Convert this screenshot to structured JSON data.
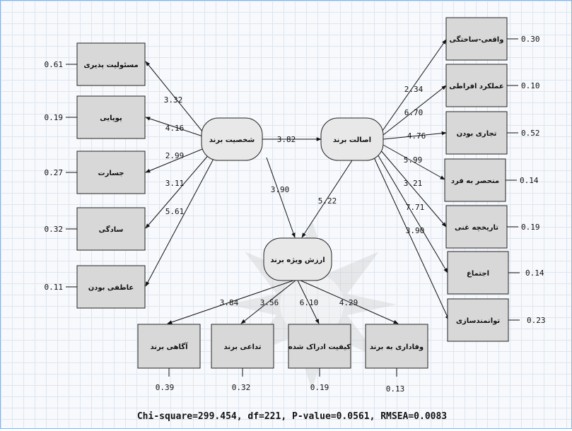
{
  "diagram": {
    "colors": {
      "box_fill": "#d8d8d8",
      "box_stroke": "#222222",
      "line": "#111111",
      "watermark": "#c8c8c8"
    },
    "latents": {
      "personality": "شخصیت برند",
      "authenticity": "اصالت برند",
      "equity": "ارزش ویژه برند"
    },
    "left_items": [
      {
        "label": "مسئولیت پذیری",
        "error": "0.61",
        "coef": "3.32"
      },
      {
        "label": "پویایی",
        "error": "0.19",
        "coef": "4.16"
      },
      {
        "label": "جسارت",
        "error": "0.27",
        "coef": "2.99"
      },
      {
        "label": "سادگی",
        "error": "0.32",
        "coef": "3.11"
      },
      {
        "label": "عاطفی بودن",
        "error": "0.11",
        "coef": "5.61"
      }
    ],
    "right_items": [
      {
        "label": "واقعی-ساختگی",
        "error": "0.30",
        "coef": "2.34"
      },
      {
        "label": "عملکرد افراطی",
        "error": "0.10",
        "coef": "6.70"
      },
      {
        "label": "تجاری بودن",
        "error": "0.52",
        "coef": "4.76"
      },
      {
        "label": "منحصر به فرد",
        "error": "0.14",
        "coef": "5.99"
      },
      {
        "label": "تاریخچه غنی",
        "error": "0.19",
        "coef": "3.21"
      },
      {
        "label": "اجتماع",
        "error": "0.14",
        "coef": "7.71"
      },
      {
        "label": "توانمندسازی",
        "error": "0.23",
        "coef": "3.90"
      }
    ],
    "bottom_items": [
      {
        "label": "آگاهی برند",
        "error": "0.39",
        "coef": "3.84"
      },
      {
        "label": "تداعی برند",
        "error": "0.32",
        "coef": "3.56"
      },
      {
        "label": "کیفیت ادراک شده",
        "error": "0.19",
        "coef": "6.10"
      },
      {
        "label": "وفاداری به برند",
        "error": "0.13",
        "coef": "4.29"
      }
    ],
    "paths": {
      "personality_to_authenticity": "3.82",
      "personality_to_equity": "3.90",
      "authenticity_to_equity": "5.22"
    },
    "fit_stats": "Chi-square=299.454, df=221, P-value=0.0561, RMSEA=0.0083"
  }
}
